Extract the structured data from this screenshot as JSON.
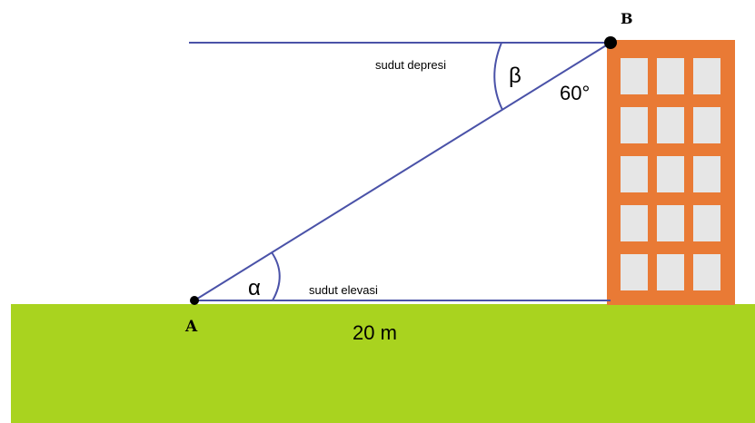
{
  "diagram": {
    "point_a": "A",
    "point_b": "B",
    "angle_alpha": "α",
    "angle_beta": "β",
    "angle_60": "60°",
    "elevation_label": "sudut elevasi",
    "depression_label": "sudut depresi",
    "distance_label": "20 m"
  },
  "colors": {
    "ground": "#A9D31F",
    "building": "#E97A35",
    "window": "#E6E6E6",
    "line": "#4A52A8",
    "point": "#000000",
    "text": "#000000"
  }
}
